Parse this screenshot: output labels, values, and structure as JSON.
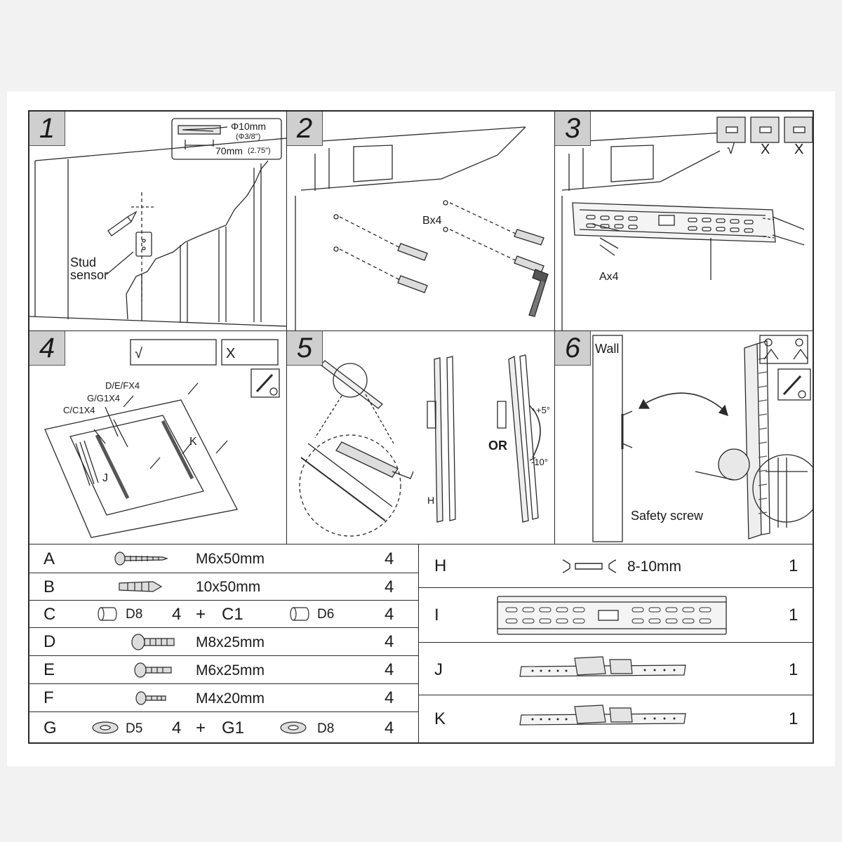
{
  "steps": [
    {
      "number": "1",
      "spec_diameter": "Φ10mm",
      "spec_diameter_in": "(Φ3/8\")",
      "spec_depth": "70mm",
      "spec_depth_in": "(2.75\")",
      "stud_label": "Stud",
      "sensor_label": "sensor"
    },
    {
      "number": "2",
      "anchor_label": "Bx4"
    },
    {
      "number": "3",
      "screw_label": "Ax4",
      "level_ok": "√",
      "level_bad_1": "X",
      "level_bad_2": "X"
    },
    {
      "number": "4",
      "label_def": "D/E/FX4",
      "label_g": "G/G1X4",
      "label_c": "C/C1X4",
      "label_j": "J",
      "label_k": "K",
      "check_mark": "√",
      "cross_mark": "X"
    },
    {
      "number": "5",
      "or_label": "OR",
      "tilt_up": "+5°",
      "tilt_down": "-10°",
      "wrench_label": "H"
    },
    {
      "number": "6",
      "wall_label": "Wall",
      "safety_label": "Safety screw"
    }
  ],
  "parts_left": [
    {
      "letter": "A",
      "icon": "lag-bolt-icon",
      "size": "M6x50mm",
      "qty": "4"
    },
    {
      "letter": "B",
      "icon": "wall-anchor-icon",
      "size": "10x50mm",
      "qty": "4"
    },
    {
      "letter": "C",
      "icon": "spacer-icon",
      "size": "D8",
      "qty": "4",
      "plus": "+",
      "alt_letter": "C1",
      "alt_size": "D6",
      "alt_qty": "4"
    },
    {
      "letter": "D",
      "icon": "bolt-icon",
      "size": "M8x25mm",
      "qty": "4"
    },
    {
      "letter": "E",
      "icon": "bolt-icon",
      "size": "M6x25mm",
      "qty": "4"
    },
    {
      "letter": "F",
      "icon": "bolt-icon",
      "size": "M4x20mm",
      "qty": "4"
    },
    {
      "letter": "G",
      "icon": "washer-icon",
      "size": "D5",
      "qty": "4",
      "plus": "+",
      "alt_letter": "G1",
      "alt_size": "D8",
      "alt_qty": "4"
    }
  ],
  "parts_right": [
    {
      "letter": "H",
      "icon": "wrench-icon",
      "size": "8-10mm",
      "qty": "1"
    },
    {
      "letter": "I",
      "icon": "wall-plate-icon",
      "size": "",
      "qty": "1"
    },
    {
      "letter": "J",
      "icon": "bracket-arm-icon",
      "size": "",
      "qty": "1"
    },
    {
      "letter": "K",
      "icon": "bracket-arm-icon",
      "size": "",
      "qty": "1"
    }
  ],
  "colors": {
    "line": "#2a2a2a",
    "panel_number_bg": "#cfcfcf",
    "background": "#f2f2f2"
  }
}
